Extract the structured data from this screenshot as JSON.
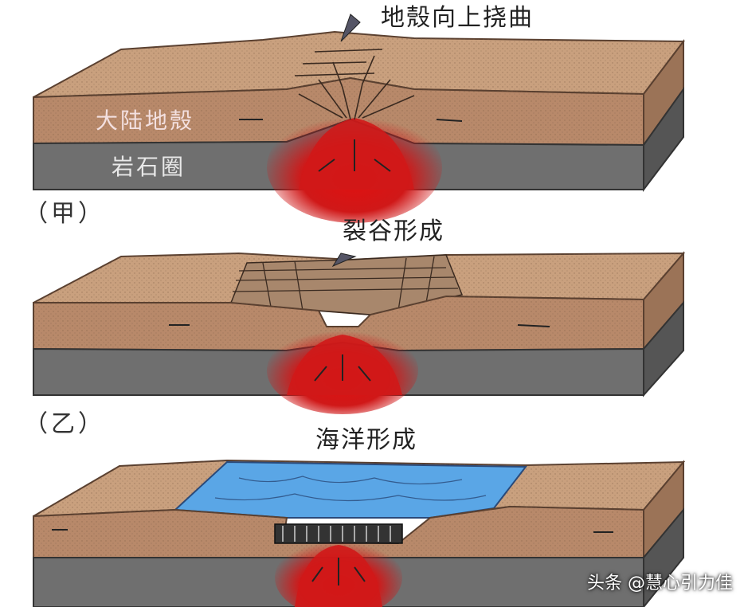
{
  "panels": [
    {
      "id": "jia",
      "stage": "（甲）",
      "title": "地殼向上挠曲",
      "layers": {
        "crust": "大陆地殼",
        "lithosphere": "岩石圈"
      }
    },
    {
      "id": "yi",
      "stage": "（乙）",
      "title": "裂谷形成"
    },
    {
      "id": "bing",
      "title": "海洋形成"
    }
  ],
  "watermark": "头条 @慧心引力佳",
  "colors": {
    "crust_top": "#c9a07e",
    "crust_front": "#b8896a",
    "crust_side": "#9b7357",
    "lithosphere": "#6f6f6f",
    "lithosphere_side": "#555555",
    "magma": "#d01818",
    "ocean": "#5aa6e6",
    "crust_label": "#f3e0e0",
    "litho_label": "#e8e8e8"
  }
}
